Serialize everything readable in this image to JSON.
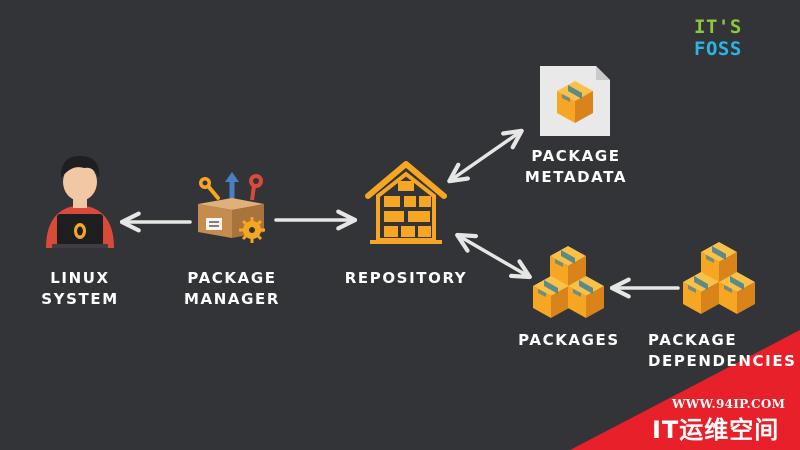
{
  "brand": {
    "logo_part1": "IT'S",
    "logo_part2": "FOSS"
  },
  "nodes": {
    "linux_system": {
      "label": "LINUX\nSYSTEM",
      "icon": "user-at-laptop-icon"
    },
    "package_manager": {
      "label": "PACKAGE\nMANAGER",
      "icon": "toolbox-icon"
    },
    "repository": {
      "label": "REPOSITORY",
      "icon": "warehouse-icon"
    },
    "package_metadata": {
      "label": "PACKAGE\nMETADATA",
      "icon": "document-package-icon"
    },
    "packages": {
      "label": "PACKAGES",
      "icon": "package-stack-icon"
    },
    "package_dependencies": {
      "label": "PACKAGE\nDEPENDENCIES",
      "icon": "package-stack-icon"
    }
  },
  "edges": [
    {
      "from": "package_manager",
      "to": "linux_system",
      "direction": "one-way"
    },
    {
      "from": "package_manager",
      "to": "repository",
      "direction": "one-way"
    },
    {
      "from": "repository",
      "to": "package_metadata",
      "direction": "two-way"
    },
    {
      "from": "repository",
      "to": "packages",
      "direction": "two-way"
    },
    {
      "from": "package_dependencies",
      "to": "packages",
      "direction": "one-way"
    }
  ],
  "watermark": {
    "url": "WWW.94IP.COM",
    "text": "IT运维空间"
  },
  "colors": {
    "background": "#333437",
    "arrow": "#e6e6e6",
    "box_orange": "#f6a623",
    "box_dark": "#d9841a",
    "box_tape": "#5b8a8a",
    "watermark_red": "#e8202a",
    "logo_green": "#8dc63f",
    "logo_blue": "#29b5e8"
  }
}
